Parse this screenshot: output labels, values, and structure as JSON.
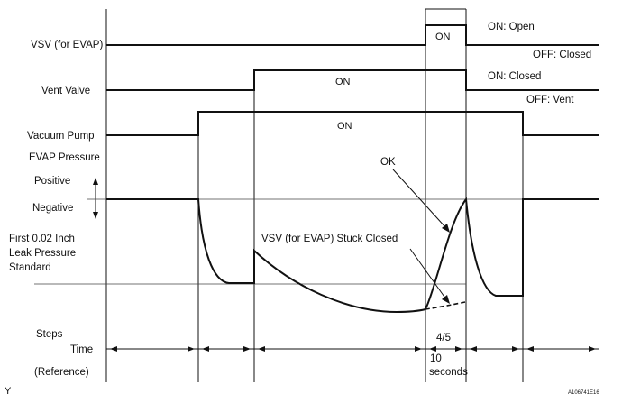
{
  "signals": {
    "vsv": {
      "name": "VSV (for EVAP)",
      "on_text": "ON",
      "on_state": "ON: Open",
      "off_state": "OFF: Closed"
    },
    "vent": {
      "name": "Vent Valve",
      "on_text": "ON",
      "on_state": "ON: Closed",
      "off_state": "OFF: Vent"
    },
    "pump": {
      "name": "Vacuum Pump",
      "on_text": "ON"
    }
  },
  "pressure": {
    "name": "EVAP Pressure",
    "positive": "Positive",
    "negative": "Negative",
    "standard_line1": "First 0.02 Inch",
    "standard_line2": "Leak Pressure",
    "standard_line3": "Standard",
    "ok_label": "OK",
    "stuck_label": "VSV (for EVAP) Stuck Closed"
  },
  "timeline": {
    "steps_label": "Steps",
    "time_label": "Time",
    "reference_label": "(Reference)",
    "step_text": "4/5",
    "duration_value": "10",
    "duration_unit": "seconds"
  },
  "footer": {
    "corner_mark": "Y",
    "figure_id": "A106741E16"
  }
}
